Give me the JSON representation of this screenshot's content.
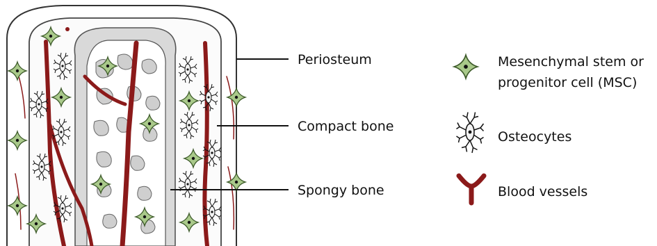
{
  "labels": {
    "periosteum": "Periosteum",
    "compact_bone": "Compact bone",
    "spongy_bone": "Spongy bone"
  },
  "legend": {
    "msc_line1": "Mesenchymal stem or",
    "msc_line2": "progenitor cell (MSC)",
    "osteocytes": "Osteocytes",
    "blood_vessels": "Blood vessels"
  },
  "colors": {
    "vessel": "#8b1a1a",
    "msc_fill": "#a9c98a",
    "msc_stroke": "#3d5a2a",
    "bone_outline": "#333333",
    "spongy_fill": "#d9d9d9"
  },
  "icons": [
    "msc-star-icon",
    "osteocyte-icon",
    "blood-vessel-icon"
  ]
}
